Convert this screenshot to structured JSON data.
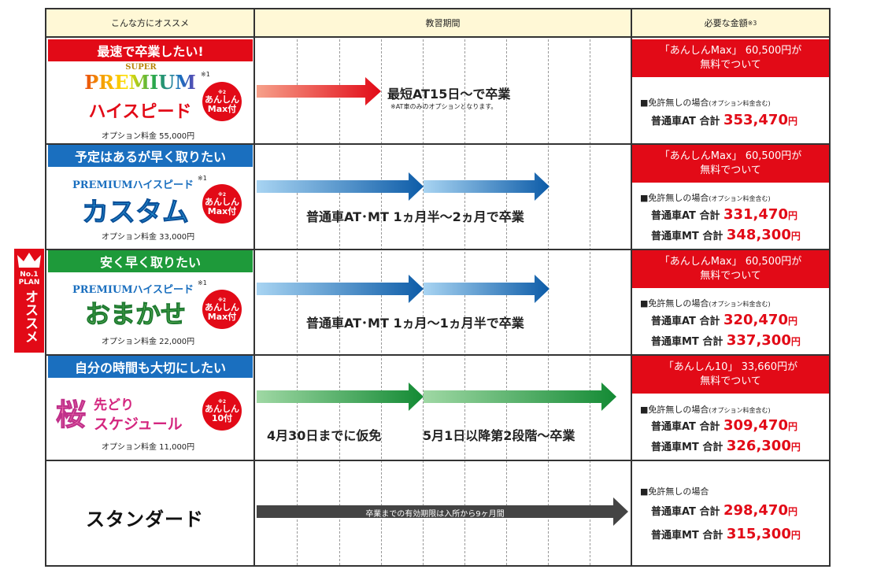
{
  "header": {
    "col1": "こんな方にオススメ",
    "col2": "教習期間",
    "col3": "必要な金額",
    "col3_note": "※3"
  },
  "side_badge": {
    "line1": "No.1",
    "line2": "PLAN",
    "line3": "オススメ"
  },
  "rows": [
    {
      "category": "最速で卒業したい!",
      "category_color": "#e20a17",
      "logo_top": "SUPER",
      "logo_mid": "PREMIUM",
      "logo_bottom": "ハイスピード",
      "logo_note": "※1",
      "badge_note": "※2",
      "badge_l1": "あんしん",
      "badge_l2": "Max付",
      "option_fee": "オプション料金 55,000円",
      "period_text": "最短AT15日〜で卒業",
      "period_note": "※AT車のみのオプションとなります。",
      "promo_l1": "「あんしんMax」 60,500円が",
      "promo_l2": "無料でついて",
      "cond_label": "■免許無しの場合",
      "cond_note": "(オプション料金含む)",
      "prices": [
        {
          "label": "普通車AT 合計",
          "value": "353,470",
          "unit": "円"
        }
      ]
    },
    {
      "category": "予定はあるが早く取りたい",
      "category_color": "#1a6fbf",
      "logo_top": "PREMIUMハイスピード",
      "logo_mid": "カスタム",
      "logo_note": "※1",
      "badge_note": "※2",
      "badge_l1": "あんしん",
      "badge_l2": "Max付",
      "option_fee": "オプション料金 33,000円",
      "period_text": "普通車AT･MT 1ヵ月半〜2ヵ月で卒業",
      "promo_l1": "「あんしんMax」 60,500円が",
      "promo_l2": "無料でついて",
      "cond_label": "■免許無しの場合",
      "cond_note": "(オプション料金含む)",
      "prices": [
        {
          "label": "普通車AT 合計",
          "value": "331,470",
          "unit": "円"
        },
        {
          "label": "普通車MT 合計",
          "value": "348,300",
          "unit": "円"
        }
      ]
    },
    {
      "category": "安く早く取りたい",
      "category_color": "#1e9a3a",
      "logo_top": "PREMIUMハイスピード",
      "logo_mid": "おまかせ",
      "logo_note": "※1",
      "badge_note": "※2",
      "badge_l1": "あんしん",
      "badge_l2": "Max付",
      "option_fee": "オプション料金 22,000円",
      "period_text": "普通車AT･MT 1ヵ月〜1ヵ月半で卒業",
      "promo_l1": "「あんしんMax」 60,500円が",
      "promo_l2": "無料でついて",
      "cond_label": "■免許無しの場合",
      "cond_note": "(オプション料金含む)",
      "prices": [
        {
          "label": "普通車AT 合計",
          "value": "320,470",
          "unit": "円"
        },
        {
          "label": "普通車MT 合計",
          "value": "337,300",
          "unit": "円"
        }
      ]
    },
    {
      "category": "自分の時間も大切にしたい",
      "category_color": "#1a6fbf",
      "logo_big": "桜",
      "logo_top": "先どり",
      "logo_mid": "スケジュール",
      "badge_note": "※2",
      "badge_l1": "あんしん",
      "badge_l2": "10付",
      "option_fee": "オプション料金 11,000円",
      "period_text_a": "4月30日までに仮免",
      "period_text_b": "5月1日以降第2段階〜卒業",
      "promo_l1": "「あんしん10」 33,660円が",
      "promo_l2": "無料でついて",
      "cond_label": "■免許無しの場合",
      "cond_note": "(オプション料金含む)",
      "prices": [
        {
          "label": "普通車AT 合計",
          "value": "309,470",
          "unit": "円"
        },
        {
          "label": "普通車MT 合計",
          "value": "326,300",
          "unit": "円"
        }
      ]
    },
    {
      "logo_mid": "スタンダード",
      "period_text": "卒業までの有効期限は入所から9ヶ月間",
      "cond_label": "■免許無しの場合",
      "prices": [
        {
          "label": "普通車AT 合計",
          "value": "298,470",
          "unit": "円"
        },
        {
          "label": "普通車MT 合計",
          "value": "315,300",
          "unit": "円"
        }
      ]
    }
  ],
  "colors": {
    "red": "#e20a17",
    "blue": "#1a6fbf",
    "green": "#1e9a3a",
    "header_bg": "#fff8d6",
    "dark_arrow": "#444444"
  }
}
